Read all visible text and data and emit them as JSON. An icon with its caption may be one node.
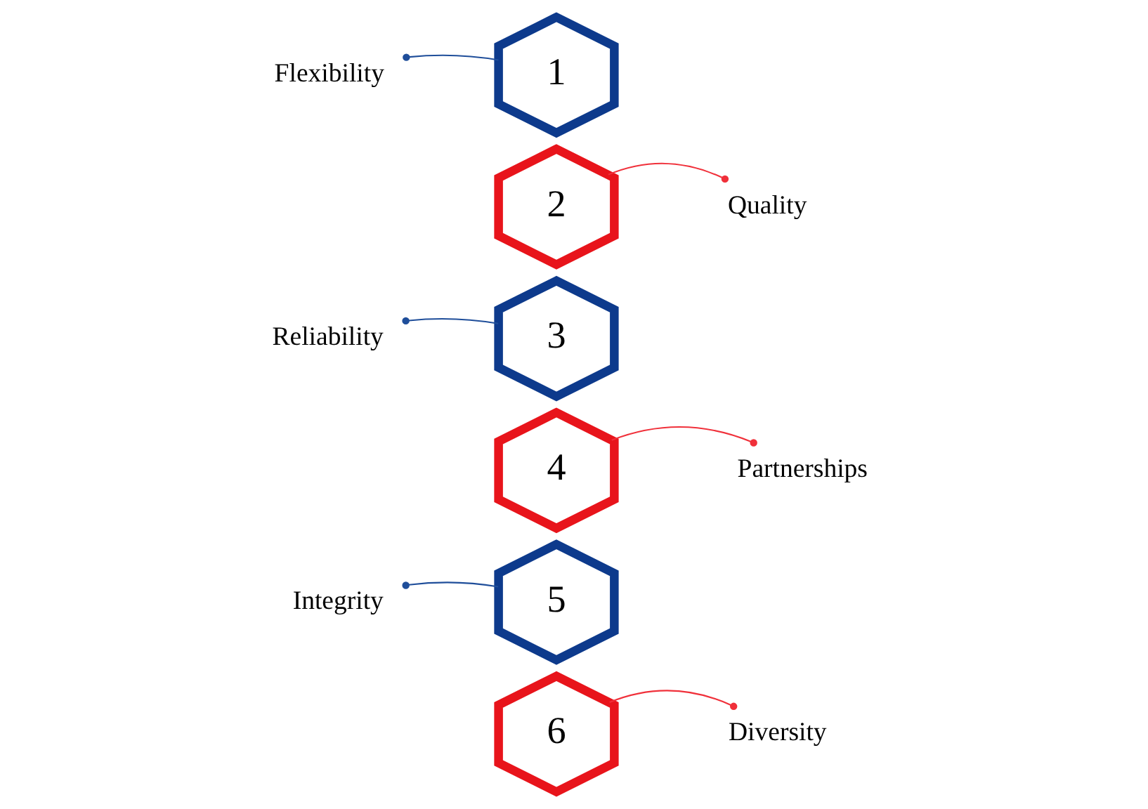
{
  "diagram": {
    "nodes": [
      {
        "text": [
          "Flexibility"
        ]
      },
      {
        "text": [
          "1"
        ]
      },
      {
        "text": [
          "2"
        ]
      },
      {
        "text": [
          "Quality"
        ]
      },
      {
        "text": [
          "Reliability"
        ]
      },
      {
        "text": [
          "3"
        ]
      },
      {
        "text": [
          "4"
        ]
      },
      {
        "text": [
          "Partnerships"
        ]
      },
      {
        "text": [
          "Integrity"
        ]
      },
      {
        "text": [
          "5"
        ]
      },
      {
        "text": [
          "6"
        ]
      },
      {
        "text": [
          "Diversity"
        ]
      }
    ],
    "edges": [
      {
        "from": 0,
        "to": 1,
        "arrow": "other",
        "color": "#1f4e9a"
      },
      {
        "from": 3,
        "to": 2,
        "arrow": "other",
        "color": "#f0303a"
      },
      {
        "from": 4,
        "to": 5,
        "arrow": "other",
        "color": "#1f4e9a"
      },
      {
        "from": 7,
        "to": 6,
        "arrow": "other",
        "color": "#f0303a"
      },
      {
        "from": 8,
        "to": 9,
        "arrow": "other",
        "color": "#1f4e9a"
      },
      {
        "from": 11,
        "to": 10,
        "arrow": "other",
        "color": "#f0303a"
      }
    ]
  }
}
